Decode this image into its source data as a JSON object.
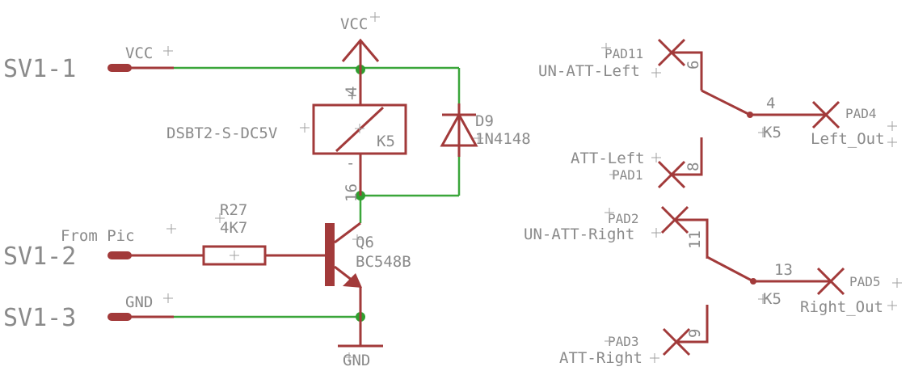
{
  "connectors": {
    "sv1_1": "SV1-1",
    "sv1_2": "SV1-2",
    "sv1_3": "SV1-3"
  },
  "nets": {
    "vcc_wire": "VCC",
    "vcc_top": "VCC",
    "from_pic": "From Pic",
    "gnd_wire": "GND",
    "gnd_bottom": "GND"
  },
  "relay": {
    "part": "DSBT2-S-DC5V",
    "name": "K5",
    "pin_top": "4",
    "pin_bottom": "16",
    "plus_sign": "+",
    "minus_sign": "-"
  },
  "diode": {
    "name": "D9",
    "value": "1N4148"
  },
  "resistor": {
    "name": "R27",
    "value": "4K7"
  },
  "transistor": {
    "name": "Q6",
    "value": "BC548B"
  },
  "switch_left": {
    "pin_top": "6",
    "pin_common": "4",
    "pin_bottom": "8",
    "name": "K5"
  },
  "switch_right": {
    "pin_top": "11",
    "pin_common": "13",
    "pin_bottom": "9",
    "name": "K5"
  },
  "pads": {
    "pad11": {
      "name": "PAD11",
      "label": "UN-ATT-Left"
    },
    "pad4": {
      "name": "PAD4",
      "label": "Left_Out"
    },
    "pad1": {
      "name": "PAD1",
      "label": "ATT-Left"
    },
    "pad2": {
      "name": "PAD2",
      "label": "UN-ATT-Right"
    },
    "pad5": {
      "name": "PAD5",
      "label": "Right_Out"
    },
    "pad3": {
      "name": "PAD3",
      "label": "ATT-Right"
    }
  },
  "colors": {
    "wire": "#3aa63a",
    "symbol": "#a23a3a",
    "junction": "#2f9e2f",
    "text": "#8a8a8a"
  }
}
